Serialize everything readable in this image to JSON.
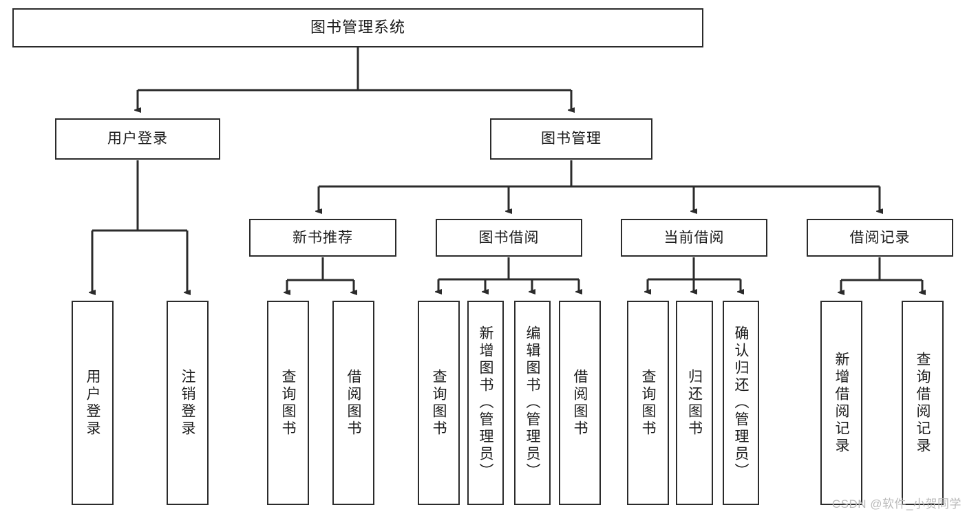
{
  "diagram": {
    "title": "图书管理系统",
    "type": "tree-hierarchy-diagram",
    "colors": {
      "border": "#2b2b2b",
      "background": "#ffffff",
      "text": "#1b1b1b",
      "watermark": "#b9b9b9"
    },
    "root": {
      "label": "图书管理系统"
    },
    "level2": [
      {
        "label": "用户登录"
      },
      {
        "label": "图书管理"
      }
    ],
    "level3": [
      {
        "label": "新书推荐"
      },
      {
        "label": "图书借阅"
      },
      {
        "label": "当前借阅"
      },
      {
        "label": "借阅记录"
      }
    ],
    "leaves": {
      "user_login": [
        {
          "label": "用户登录"
        },
        {
          "label": "注销登录"
        }
      ],
      "new_book_recommend": [
        {
          "label": "查询图书"
        },
        {
          "label": "借阅图书"
        }
      ],
      "book_borrow": [
        {
          "label": "查询图书"
        },
        {
          "label": "新增图书（管理员）"
        },
        {
          "label": "编辑图书（管理员）"
        },
        {
          "label": "借阅图书"
        }
      ],
      "current_borrow": [
        {
          "label": "查询图书"
        },
        {
          "label": "归还图书"
        },
        {
          "label": "确认归还（管理员）"
        }
      ],
      "borrow_record": [
        {
          "label": "新增借阅记录"
        },
        {
          "label": "查询借阅记录"
        }
      ]
    },
    "watermark": "CSDN @软件_小贺同学"
  }
}
